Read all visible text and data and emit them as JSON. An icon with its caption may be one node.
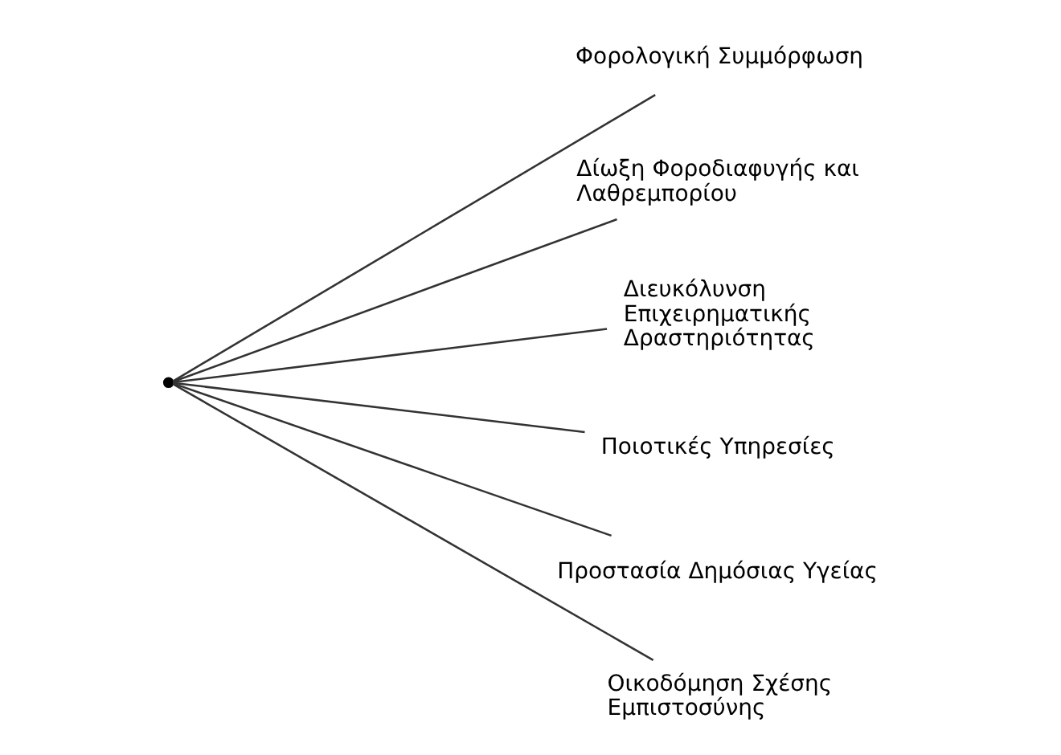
{
  "diagram": {
    "nodes": [
      {
        "text": [],
        "shape": "point"
      },
      {
        "text": [
          "Φορολογική Συμμόρφωση"
        ]
      },
      {
        "text": [
          "Δίωξη Φοροδιαφυγής και Λαθρεμπορίου"
        ]
      },
      {
        "text": [
          "Διευκόλυνση Επιχειρηματικής Δραστηριότητας"
        ]
      },
      {
        "text": [
          "Ποιοτικές Υπηρεσίες"
        ]
      },
      {
        "text": [
          "Προστασία Δημόσιας Υγείας"
        ]
      },
      {
        "text": [
          "Οικοδόμηση Σχέσης Εμπιστοσύνης"
        ]
      }
    ],
    "edges": [
      {
        "from": 0,
        "to": 1,
        "arrow": "none"
      },
      {
        "from": 0,
        "to": 2,
        "arrow": "none"
      },
      {
        "from": 0,
        "to": 3,
        "arrow": "none"
      },
      {
        "from": 0,
        "to": 4,
        "arrow": "none"
      },
      {
        "from": 0,
        "to": 5,
        "arrow": "none"
      },
      {
        "from": 0,
        "to": 6,
        "arrow": "none"
      }
    ]
  }
}
